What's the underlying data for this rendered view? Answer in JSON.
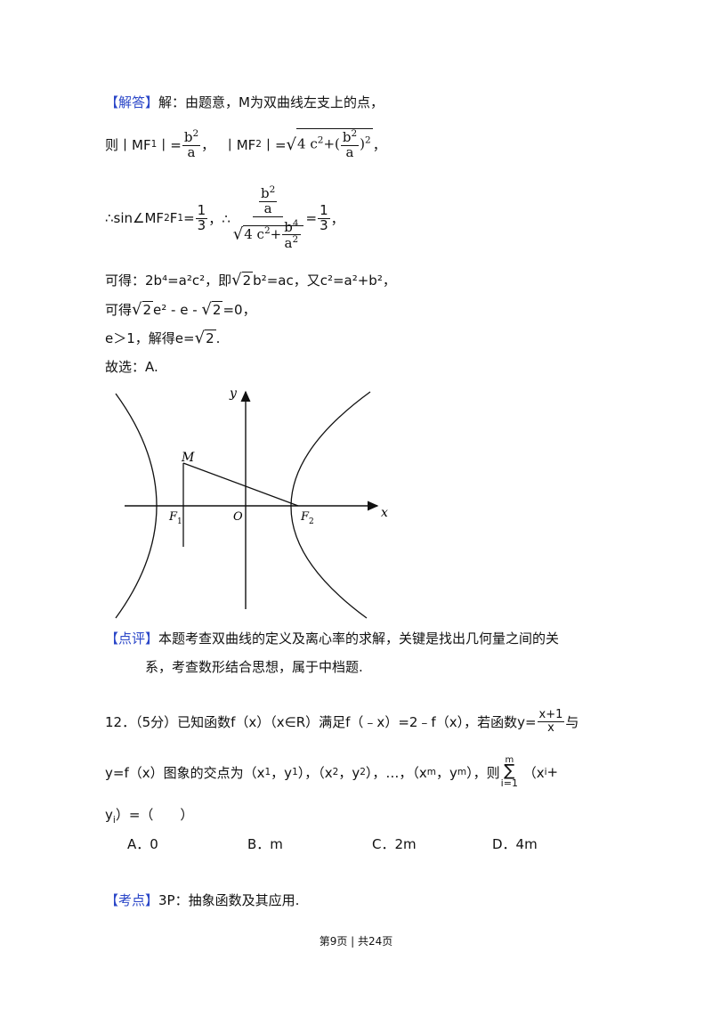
{
  "solution": {
    "tag": "【解答】",
    "intro": "解：由题意，M为双曲线左支上的点，",
    "line1_prefix": "则丨MF",
    "line1_eq": "丨=",
    "line1_comma": "，",
    "line1_mf2": "丨MF",
    "line1_eq2": "丨=",
    "line1_end": "，",
    "frac_b2": "b",
    "frac_a": "a",
    "four_c2": "4 c",
    "plus": "+",
    "line2_sin": "∴sin∠MF",
    "line2_f": "F",
    "line2_eq": "=",
    "one": "1",
    "three": "3",
    "line2_comma": "，∴",
    "b4": "b",
    "a2": "a",
    "eq": "=",
    "line2_end": "，",
    "line3_a": "可得：2b⁴=a²c²，即",
    "sqrt2": "2",
    "line3_b": "b²=ac，又c²=a²+b²，",
    "line4_a": "可得",
    "line4_b": "e² - e - ",
    "line4_c": "=0，",
    "line5_a": "e＞1，解得e=",
    "line5_b": ".",
    "line6": "故选：A."
  },
  "figure": {
    "labels": {
      "y": "y",
      "x": "x",
      "M": "M",
      "F1": "F",
      "F2": "F",
      "O": "O",
      "sub1": "1",
      "sub2": "2"
    }
  },
  "comment": {
    "tag": "【点评】",
    "line1": "本题考查双曲线的定义及离心率的求解，关键是找出几何量之间的关",
    "line2": "系，考查数形结合思想，属于中档题."
  },
  "question": {
    "num": "12．（5分）已知函数f（x）（x∈R）满足f（﹣x）=2﹣f（x），若函数y=",
    "frac_num": "x+1",
    "frac_den": "x",
    "end1": "与",
    "line2_a": "y=f（x）图象的交点为（x",
    "line2_b": "，y",
    "line2_c": "），（x",
    "line2_d": "，y",
    "line2_e": "），…，（x",
    "line2_f": "，y",
    "line2_g": "），则",
    "sum_top": "m",
    "sum_sym": "∑",
    "sum_bot": "i=1",
    "line2_h": "（x",
    "line2_i": "+",
    "line3_a": "y",
    "line3_b": "）=（　　）",
    "sub_1": "1",
    "sub_2": "2",
    "sub_m": "m",
    "sub_i": "i",
    "options": [
      "A．0",
      "B．m",
      "C．2m",
      "D．4m"
    ]
  },
  "kaodian": {
    "tag": "【考点】",
    "text": "3P：抽象函数及其应用."
  },
  "footer": "第9页 | 共24页"
}
